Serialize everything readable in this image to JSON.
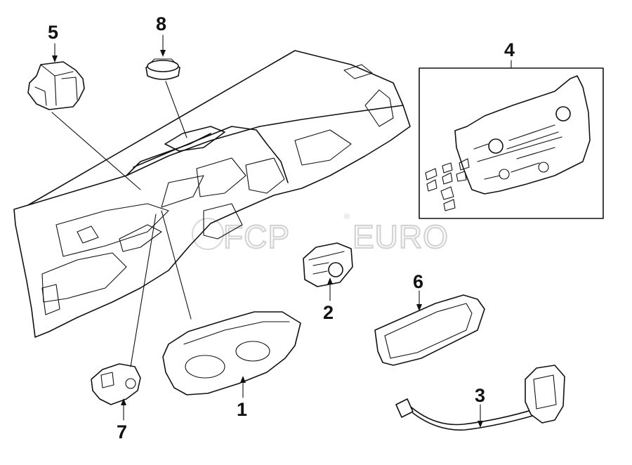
{
  "callouts": [
    {
      "id": "1",
      "label": "1"
    },
    {
      "id": "2",
      "label": "2"
    },
    {
      "id": "3",
      "label": "3"
    },
    {
      "id": "4",
      "label": "4"
    },
    {
      "id": "5",
      "label": "5"
    },
    {
      "id": "6",
      "label": "6"
    },
    {
      "id": "7",
      "label": "7"
    },
    {
      "id": "8",
      "label": "8"
    }
  ],
  "watermark": {
    "prefix": "FCP",
    "suffix": "EURO",
    "registered": "®"
  },
  "colors": {
    "line": "#111111",
    "background": "#ffffff",
    "watermark": "#d4d4d4"
  }
}
